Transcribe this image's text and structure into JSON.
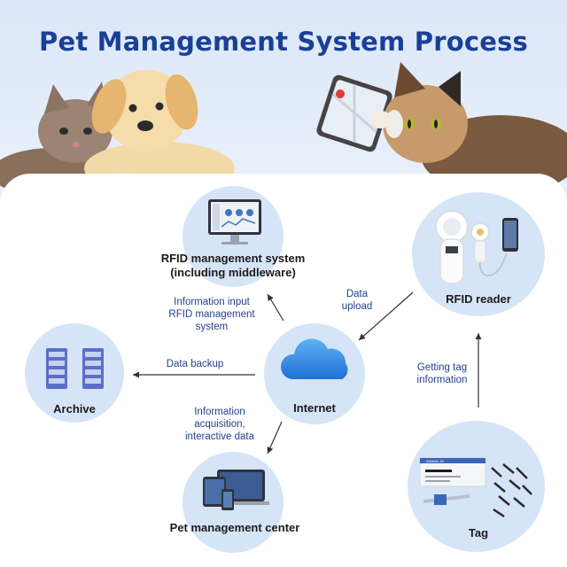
{
  "title": "Pet Management System Process",
  "nodes": {
    "rfid_system": {
      "label_line1": "RFID management system",
      "label_line2": "(including middleware)"
    },
    "rfid_reader": {
      "label": "RFID reader"
    },
    "archive": {
      "label": "Archive"
    },
    "internet": {
      "label": "Internet"
    },
    "pet_center": {
      "label": "Pet management center"
    },
    "tag": {
      "label": "Tag"
    }
  },
  "edges": {
    "info_input": {
      "line1": "Information input",
      "line2": "RFID management",
      "line3": "system"
    },
    "data_upload": {
      "line1": "Data",
      "line2": "upload"
    },
    "data_backup": {
      "label": "Data backup"
    },
    "getting_tag": {
      "line1": "Getting tag",
      "line2": "information"
    },
    "info_acq": {
      "line1": "Information",
      "line2": "acquisition,",
      "line3": "interactive data"
    }
  },
  "images": {
    "tag_box_text": "ANIMAL ID"
  },
  "colors": {
    "title": "#1a3f96",
    "circle_fill": "#d6e4f7",
    "edge_label": "#24418a",
    "arrow": "#333333",
    "background": "#dde8f7"
  }
}
